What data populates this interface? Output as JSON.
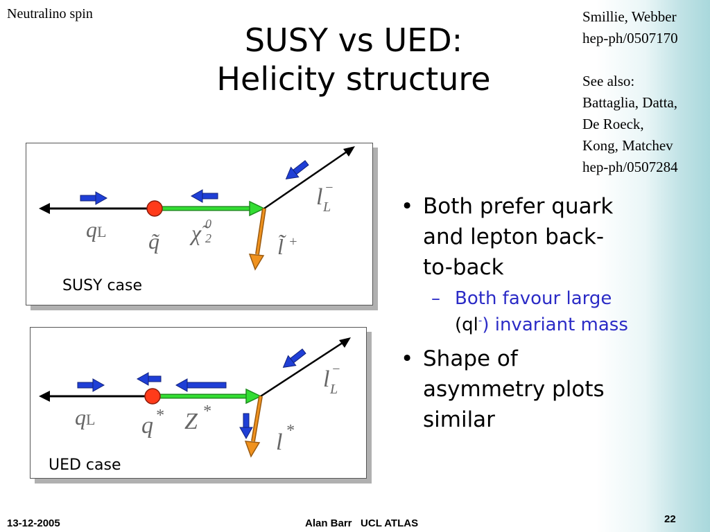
{
  "header": {
    "topic": "Neutralino spin",
    "title_line1": "SUSY vs UED:",
    "title_line2": "Helicity structure"
  },
  "credits": {
    "line1": "Smillie, Webber",
    "line2": "hep-ph/0507170",
    "line4": "See also:",
    "line5": "Battaglia, Datta,",
    "line6": "De Roeck,",
    "line7": "Kong, Matchev",
    "line8": "hep-ph/0507284"
  },
  "susy_panel": {
    "case_label": "SUSY case",
    "label_quark": "q",
    "label_quark_sub": "L",
    "label_squark": "q̃",
    "label_neutralino": "χ̃",
    "label_neutralino_sup": "0",
    "label_neutralino_sub": "2",
    "label_lepton": "l",
    "label_lepton_sup": "−",
    "label_lepton_sub": "L",
    "label_slepton": "l̃",
    "label_slepton_sup": "+"
  },
  "ued_panel": {
    "case_label": "UED case",
    "label_quark": "q",
    "label_quark_sub": "L",
    "label_kk_quark": "q",
    "label_kk_quark_sup": "*",
    "label_kk_z": "Z",
    "label_kk_z_sup": "*",
    "label_lepton": "l",
    "label_lepton_sup": "−",
    "label_lepton_sub": "L",
    "label_kk_lepton": "l",
    "label_kk_lepton_sup": "*"
  },
  "bullets": {
    "b1_line1": "Both prefer quark",
    "b1_line2": "and lepton back-",
    "b1_line3": "to-back",
    "sub1_line1": "Both favour large",
    "sub1_open": "(",
    "sub1_ql": "ql",
    "sub1_sup": "-",
    "sub1_close": ")",
    "sub1_rest": " invariant mass",
    "b2_line1": "Shape of",
    "b2_line2": "asymmetry plots",
    "b2_line3": "similar"
  },
  "footer": {
    "date": "13-12-2005",
    "author": "Alan Barr   UCL ATLAS",
    "page": "22"
  },
  "colors": {
    "accent_blue": "#2b2bc6",
    "helicity_arrow": "#1f3fd6",
    "green_line": "#22cc22",
    "orange_line": "#f0921e",
    "red_dot": "#ff3b1a"
  }
}
